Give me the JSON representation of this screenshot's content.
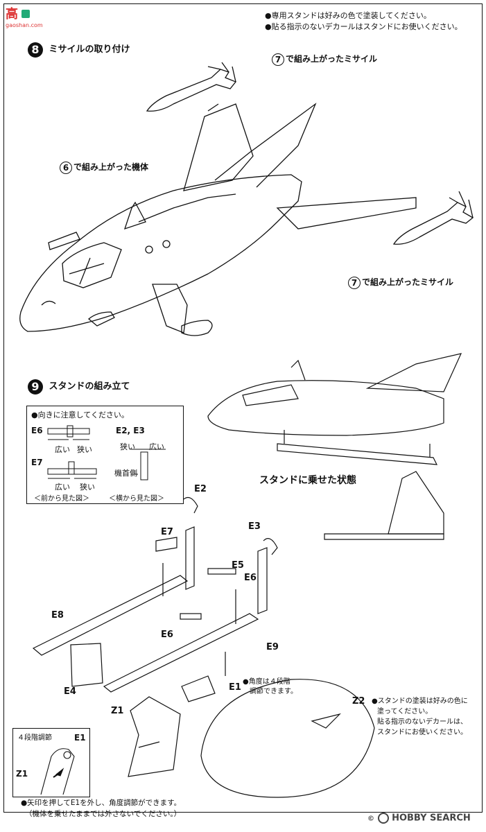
{
  "watermark": {
    "top": "高",
    "site": "gaoshan.com"
  },
  "top_notes": [
    "●専用スタンドは好みの色で塗装してください。",
    "●貼る指示のないデカールはスタンドにお使いください。"
  ],
  "step8": {
    "number": "8",
    "title": "ミサイルの取り付け",
    "missile_top_num": "7",
    "missile_top_label": "で組み上がったミサイル",
    "body_num": "6",
    "body_label": "で組み上がった機体",
    "missile_right_num": "7",
    "missile_right_label": "で組み上がったミサイル"
  },
  "step9": {
    "number": "9",
    "title": "スタンドの組み立て",
    "note_title": "●向きに注意してください。",
    "e6": "E6",
    "e6_wide": "広い",
    "e6_narrow": "狭い",
    "e2e3": "E2, E3",
    "e2e3_narrow": "狭い",
    "e2e3_wide": "広い",
    "nose_side": "機首側",
    "e7": "E7",
    "e7_wide": "広い",
    "e7_narrow": "狭い",
    "front_view": "＜前から見た図＞",
    "side_view": "＜横から見た図＞",
    "mounted_label": "スタンドに乗せた状態"
  },
  "parts": {
    "E2": "E2",
    "E7": "E7",
    "E3": "E3",
    "E5": "E5",
    "E6a": "E6",
    "E8": "E8",
    "E6b": "E6",
    "E9": "E9",
    "E4": "E4",
    "E1": "E1",
    "Z1": "Z1",
    "Z2": "Z2"
  },
  "angle_note": [
    "●角度は４段階",
    "調節できます。"
  ],
  "stand_note": [
    "●スタンドの塗装は好みの色に",
    "塗ってください。",
    "貼る指示のないデカールは、",
    "スタンドにお使いください。"
  ],
  "inset": {
    "title": "４段階調節",
    "e1": "E1",
    "z1": "Z1"
  },
  "bottom_note": [
    "●矢印を押してE1を外し、角度調節ができます。",
    "（機体を乗せたままでは外さないでください。）"
  ],
  "footer": {
    "logo": "HOBBY SEARCH",
    "copyright": "©"
  }
}
